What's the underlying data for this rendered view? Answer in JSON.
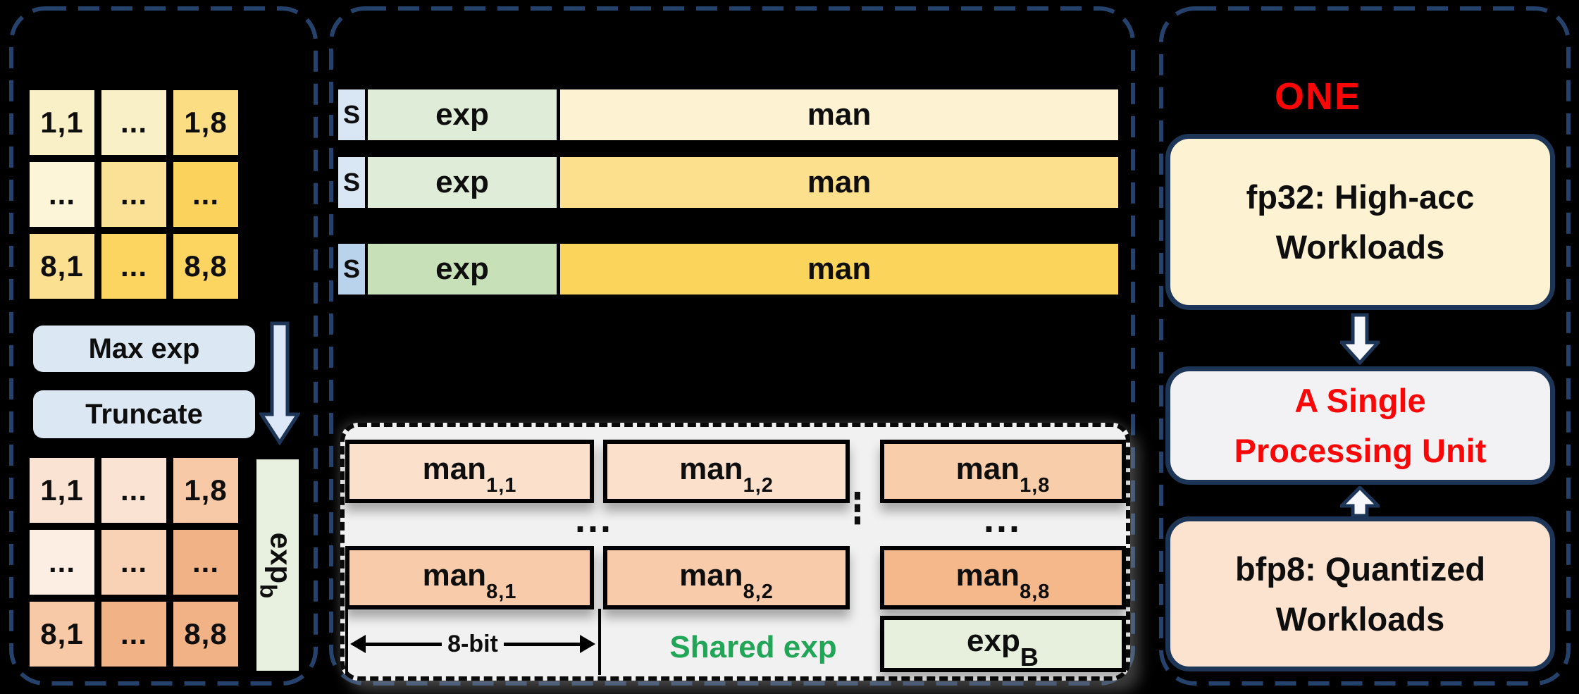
{
  "quant_panel": {
    "grid_top": [
      [
        "1,1",
        "...",
        "1,8"
      ],
      [
        "...",
        "...",
        "..."
      ],
      [
        "8,1",
        "...",
        "8,8"
      ]
    ],
    "grid_bottom": [
      [
        "1,1",
        "...",
        "1,8"
      ],
      [
        "...",
        "...",
        "..."
      ],
      [
        "8,1",
        "...",
        "8,8"
      ]
    ],
    "max_exp_label": "Max exp",
    "truncate_label": "Truncate",
    "exp_bar": {
      "base": "exp",
      "sub": "b"
    }
  },
  "format_panel": {
    "rows": [
      {
        "sign": "S",
        "exp": "exp",
        "man": "man"
      },
      {
        "sign": "S",
        "exp": "exp",
        "man": "man"
      },
      {
        "sign": "S",
        "exp": "exp",
        "man": "man"
      }
    ],
    "block": {
      "row1": [
        {
          "base": "man",
          "sub": "1,1"
        },
        {
          "base": "man",
          "sub": "1,2"
        },
        {
          "base": "man",
          "sub": "1,8"
        }
      ],
      "row2": [
        {
          "base": "man",
          "sub": "8,1"
        },
        {
          "base": "man",
          "sub": "8,2"
        },
        {
          "base": "man",
          "sub": "8,8"
        }
      ],
      "ellipsis_h": "...",
      "ellipsis_v": "⋮",
      "bit_width_label": "8-bit",
      "shared_exp_label": "Shared exp",
      "exp_box": {
        "base": "exp",
        "sub": "B"
      }
    }
  },
  "one_panel": {
    "title": "ONE",
    "fp32_line1": "fp32: High-acc",
    "fp32_line2": "Workloads",
    "unit_line1": "A Single",
    "unit_line2": "Processing Unit",
    "bfp8_line1": "bfp8: Quantized",
    "bfp8_line2": "Workloads"
  },
  "colors": {
    "panel_border": "#25426c",
    "navy": "#1d3557",
    "red": "#fa0606",
    "green": "#21a556",
    "step_bg": "#dbe7f3",
    "expb_bar_bg": "#e8f1df",
    "exp_box_bg": "#e6f0dc",
    "grid_top": [
      [
        "#faf0c8",
        "#faf0c8",
        "#fbdd84"
      ],
      [
        "#fdf5d7",
        "#fbe195",
        "#fbd25c"
      ],
      [
        "#fbe092",
        "#fbd55f",
        "#fbd55f"
      ]
    ],
    "grid_bottom": [
      [
        "#fae3d2",
        "#fae3d2",
        "#f7c9a6"
      ],
      [
        "#fdeee3",
        "#f9d2b5",
        "#f1b285"
      ],
      [
        "#f7c9a6",
        "#f1b285",
        "#f1b285"
      ]
    ],
    "fp_rows": [
      {
        "s": "#d9e6f4",
        "exp": "#dfecd8",
        "man": "#fdf3d3"
      },
      {
        "s": "#d9e6f4",
        "exp": "#dfecd8",
        "man": "#fce08d"
      },
      {
        "s": "#b9d3ed",
        "exp": "#c8e0b7",
        "man": "#fbd45c"
      }
    ],
    "man_row1": [
      "#fbe0cb",
      "#fbe0cb",
      "#f8cda9"
    ],
    "man_row2": [
      "#f8ccab",
      "#f8ccab",
      "#f4b88b"
    ],
    "box_fp32_bg": "#fdf2d2",
    "box_unit_bg": "#f2f2f5",
    "box_bfp8_bg": "#fbe3d0",
    "flow_arrow_fill": "#f6f7fb",
    "left_arrow_fill": "#dce8f7"
  }
}
